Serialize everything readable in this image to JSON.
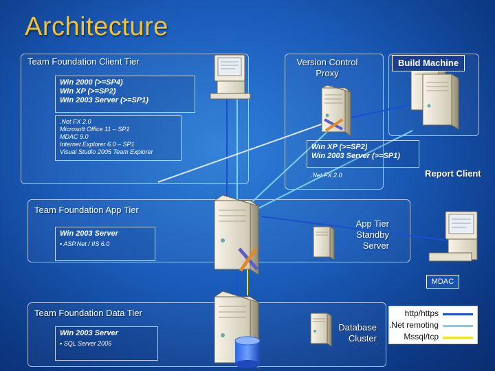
{
  "title": "Architecture",
  "client_tier": {
    "label": "Team Foundation Client Tier",
    "os": [
      "Win 2000 (>=SP4)",
      "Win XP (>=SP2)",
      "Win 2003 Server (>=SP1)"
    ],
    "software": [
      ".Net FX 2.0",
      "Microsoft Office 11 – SP1",
      "MDAC 9.0",
      "Internet Explorer 6.0 – SP1",
      "Visual Studio 2005 Team Explorer"
    ]
  },
  "version_control_proxy": {
    "label_line1": "Version Control",
    "label_line2": "Proxy",
    "os": [
      "Win XP (>=SP2)",
      "Win 2003 Server (>=SP1)"
    ],
    "software": ".Net FX 2.0"
  },
  "build_machine": {
    "label": "Build Machine"
  },
  "report_client": {
    "label": "Report Client",
    "mdac": "MDAC"
  },
  "app_tier": {
    "label": "Team Foundation App Tier",
    "os": "Win 2003 Server",
    "software": "ASP.Net / IIS 6.0",
    "standby_line1": "App Tier",
    "standby_line2": "Standby",
    "standby_line3": "Server"
  },
  "data_tier": {
    "label": "Team Foundation Data Tier",
    "os": "Win 2003 Server",
    "software": "SQL Server 2005",
    "cluster_line1": "Database",
    "cluster_line2": "Cluster"
  },
  "legend": {
    "items": [
      {
        "label": "http/https",
        "color": "#1a4fd1"
      },
      {
        "label": ".Net remoting",
        "color": "#7fd0ee"
      },
      {
        "label": "Mssql/tcp",
        "color": "#f3e21b"
      }
    ]
  },
  "colors": {
    "title": "#f2c230",
    "http": "#1a4fd1",
    "remoting": "#7fd0ee",
    "sql": "#f3e21b"
  }
}
